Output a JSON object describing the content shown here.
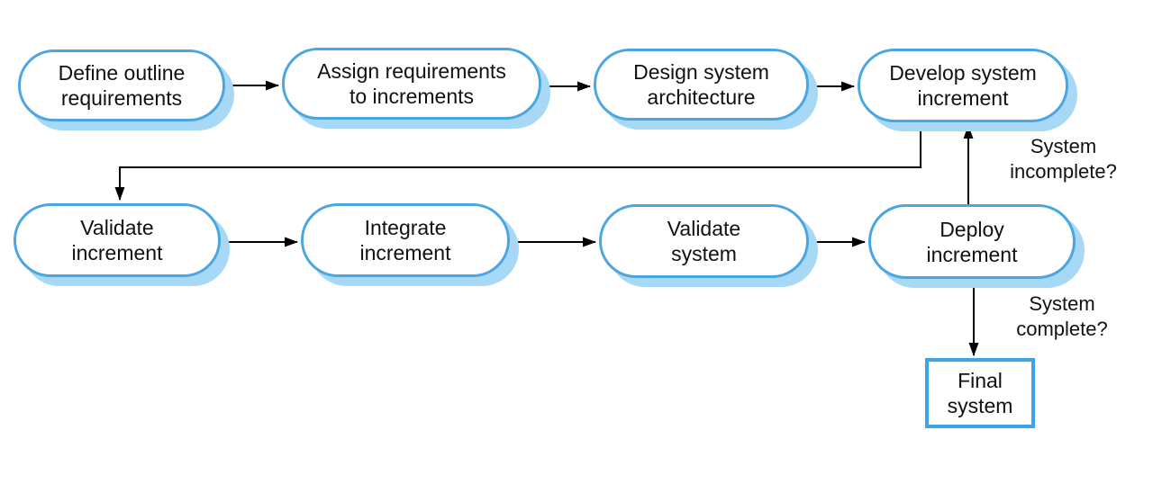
{
  "diagram": {
    "colors": {
      "node_border": "#4aa6e3",
      "node_shadow": "#a7d9f6",
      "final_box_border": "#3fa3ea",
      "arrow": "#000000",
      "node_fill": "#ffffff",
      "text": "#111111"
    },
    "nodes": [
      {
        "id": "define-outline-requirements",
        "shape": "rounded",
        "line1": "Define outline",
        "line2": "requirements"
      },
      {
        "id": "assign-requirements",
        "shape": "rounded",
        "line1": "Assign requirements",
        "line2": "to increments"
      },
      {
        "id": "design-system-architecture",
        "shape": "rounded",
        "line1": "Design system",
        "line2": "architecture"
      },
      {
        "id": "develop-system-increment",
        "shape": "rounded",
        "line1": "Develop system",
        "line2": "increment"
      },
      {
        "id": "validate-increment",
        "shape": "rounded",
        "line1": "Validate",
        "line2": "increment"
      },
      {
        "id": "integrate-increment",
        "shape": "rounded",
        "line1": "Integrate",
        "line2": "increment"
      },
      {
        "id": "validate-system",
        "shape": "rounded",
        "line1": "Validate",
        "line2": "system"
      },
      {
        "id": "deploy-increment",
        "shape": "rounded",
        "line1": "Deploy",
        "line2": "increment"
      },
      {
        "id": "final-system",
        "shape": "rectangle",
        "line1": "Final",
        "line2": "system"
      }
    ],
    "edge_labels": {
      "incomplete": {
        "line1": "System",
        "line2": "incomplete?"
      },
      "complete": {
        "line1": "System",
        "line2": "complete?"
      }
    },
    "edges": [
      {
        "from": "define-outline-requirements",
        "to": "assign-requirements"
      },
      {
        "from": "assign-requirements",
        "to": "design-system-architecture"
      },
      {
        "from": "design-system-architecture",
        "to": "develop-system-increment"
      },
      {
        "from": "develop-system-increment",
        "to": "validate-increment"
      },
      {
        "from": "validate-increment",
        "to": "integrate-increment"
      },
      {
        "from": "integrate-increment",
        "to": "validate-system"
      },
      {
        "from": "validate-system",
        "to": "deploy-increment"
      },
      {
        "from": "deploy-increment",
        "to": "develop-system-increment",
        "label": "System incomplete?"
      },
      {
        "from": "deploy-increment",
        "to": "final-system",
        "label": "System complete?"
      }
    ]
  }
}
